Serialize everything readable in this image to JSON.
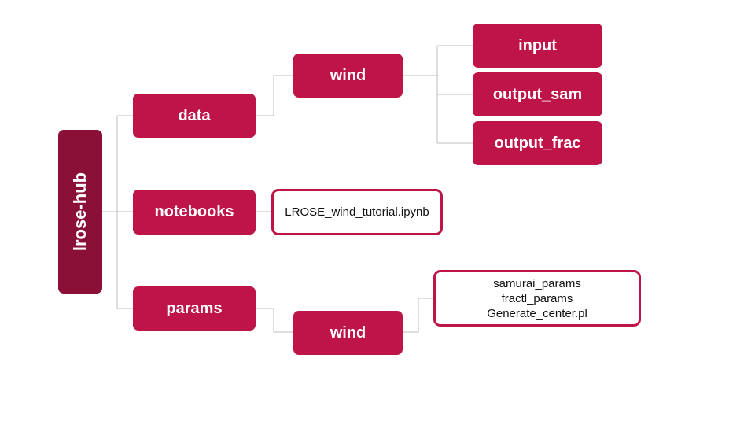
{
  "root": {
    "label": "lrose-hub"
  },
  "folders": {
    "data": "data",
    "notebooks": "notebooks",
    "params": "params",
    "data_wind": "wind",
    "params_wind": "wind",
    "input": "input",
    "output_sam": "output_sam",
    "output_frac": "output_frac"
  },
  "files": {
    "notebook": "LROSE_wind_tutorial.ipynb",
    "params_files": [
      "samurai_params",
      "fractl_params",
      "Generate_center.pl"
    ]
  },
  "colors": {
    "folder": "#be1448",
    "root": "#8a1038",
    "connector": "#bdbdbd"
  }
}
